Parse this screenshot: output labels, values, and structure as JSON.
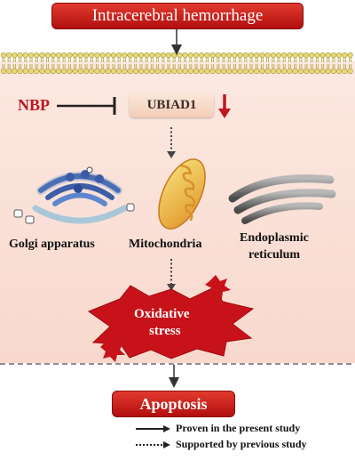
{
  "title": "Intracerebral hemorrhage",
  "nbp": "NBP",
  "ubiad1": "UBIAD1",
  "organelles": {
    "golgi": "Golgi apparatus",
    "mito": "Mitochondria",
    "er_line1": "Endoplasmic",
    "er_line2": "reticulum"
  },
  "stress": {
    "line1": "Oxidative",
    "line2": "stress"
  },
  "outcome": "Apoptosis",
  "legend": {
    "solid": "Proven in the present study",
    "dashed": "Supported by previous study"
  },
  "colors": {
    "red": "#c0161e",
    "cell_bg": "#fbe6de",
    "dark_red": "#a10d0d"
  }
}
